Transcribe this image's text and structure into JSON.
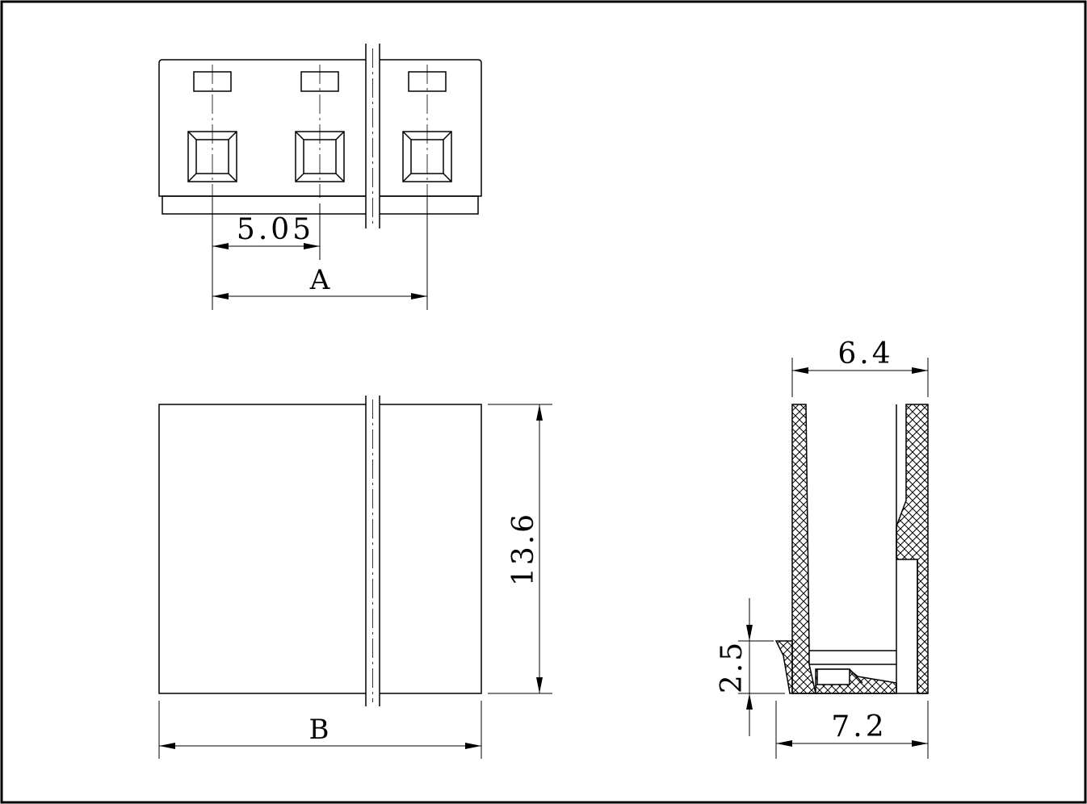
{
  "drawing": {
    "colors": {
      "line": "#000000",
      "background": "#ffffff"
    },
    "top_view": {
      "dim_pitch": "5.05",
      "dim_span": "A"
    },
    "front_view": {
      "dim_width": "B",
      "dim_height": "13.6"
    },
    "side_view": {
      "dim_top_width": "6.4",
      "dim_bottom_width": "7.2",
      "dim_foot_height": "2.5"
    }
  }
}
